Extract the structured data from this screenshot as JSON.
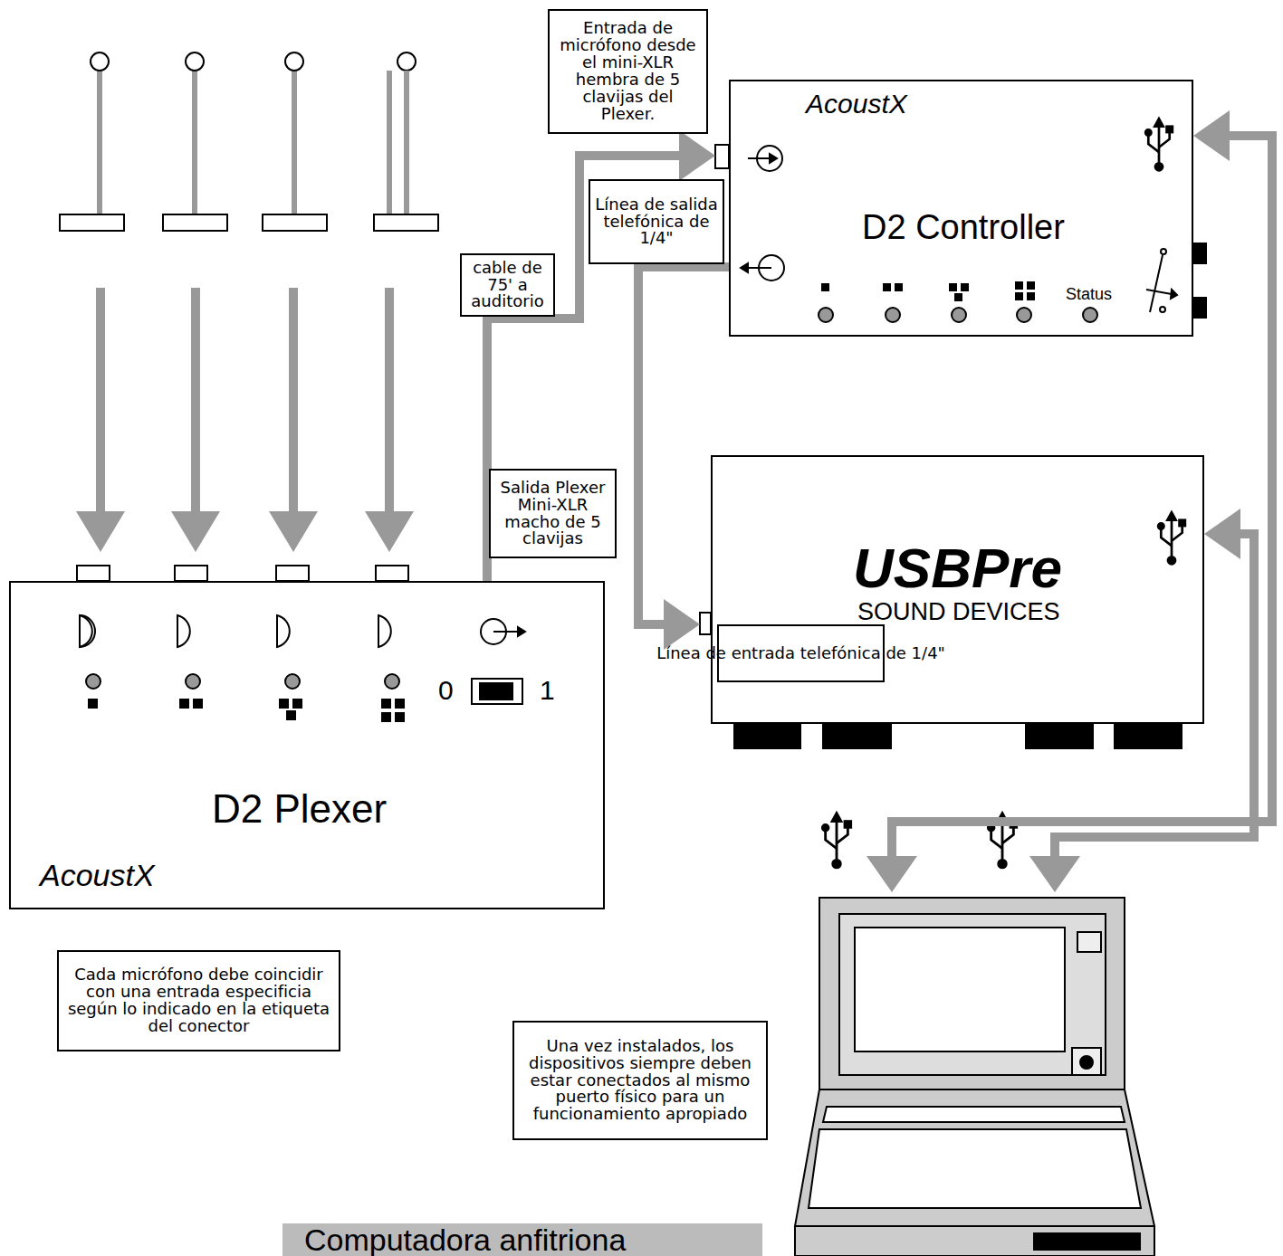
{
  "diagram": {
    "nodes": [
      {
        "text": [
          "Entrada de micrófono desde el mini-XLR hembra de 5 clavijas del Plexer."
        ]
      },
      {
        "text": [
          "AcoustX",
          "D2 Controller",
          "Status"
        ]
      },
      {
        "text": [
          "Línea de salida telefónica de 1/4\""
        ]
      },
      {
        "text": [
          "cable de 75' a auditorio"
        ]
      },
      {
        "text": [
          "USBPre",
          "SOUND DEVICES"
        ]
      },
      {
        "text": [
          "Salida Plexer Mini-XLR macho de 5 clavijas"
        ]
      },
      {
        "text": [
          "0",
          "1",
          "D2 Plexer",
          "AcoustX"
        ]
      },
      {
        "text": [
          "Línea de entrada telefónica de 1/4\""
        ],
        "in": 4
      },
      {
        "text": [
          "Cada micrófono debe coincidir con una entrada especificia según lo indicado en la etiqueta del conector"
        ]
      },
      {
        "text": [
          "Una vez instalados, los dispositivos siempre deben estar conectados al mismo puerto físico para un funcionamiento apropiado"
        ]
      },
      {
        "text": [
          "Computadora anfitriona"
        ]
      }
    ],
    "edges": [
      {
        "from": 6,
        "to": 1,
        "arrow": "to"
      },
      {
        "from": 1,
        "to": 4,
        "arrow": "to"
      },
      {
        "from": 1,
        "to": 10,
        "arrow": "both"
      },
      {
        "from": 4,
        "to": 10,
        "arrow": "both"
      }
    ]
  }
}
